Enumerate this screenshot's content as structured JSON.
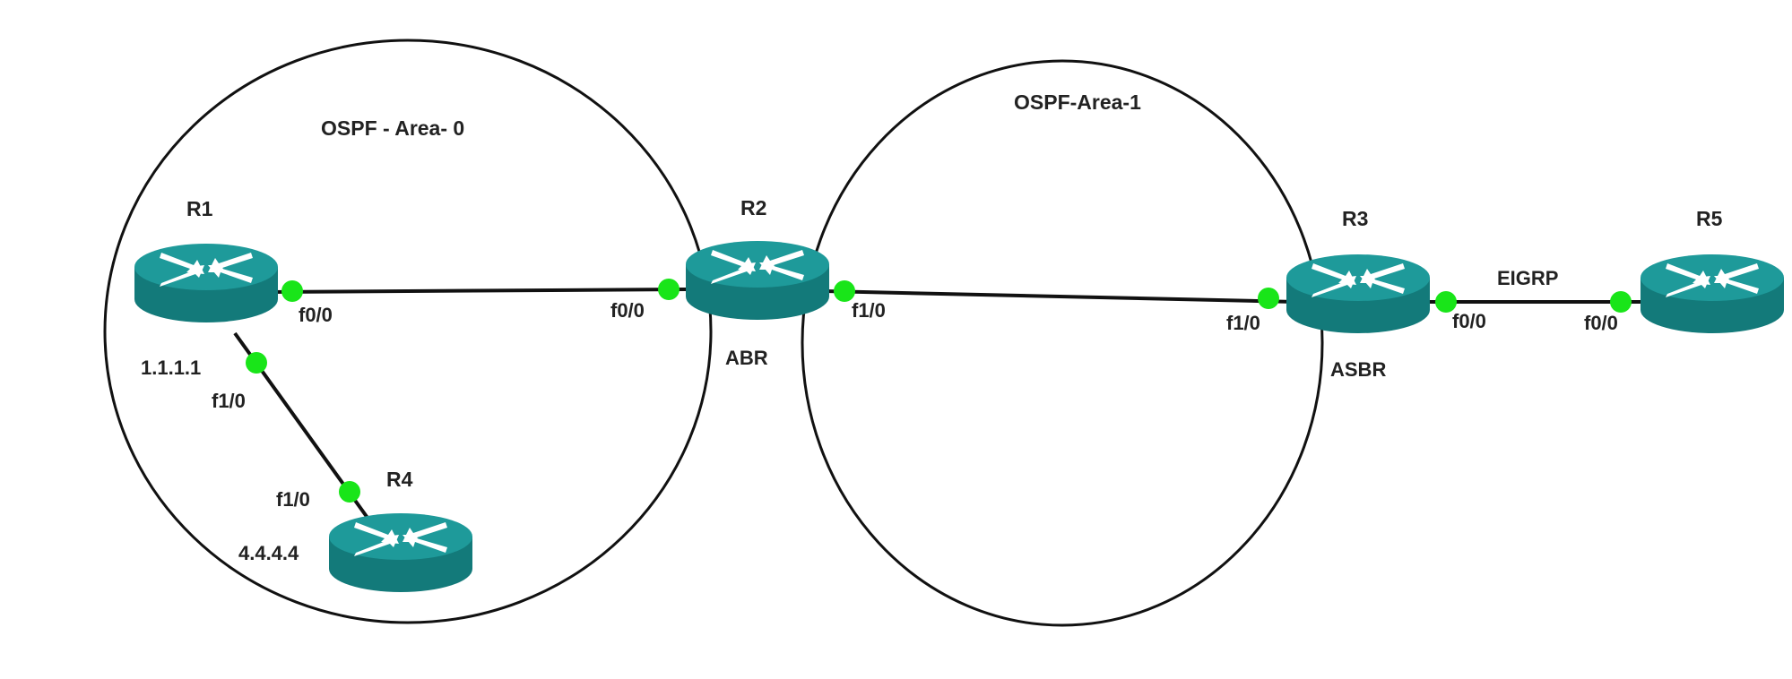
{
  "colors": {
    "router_top": "#1e9a9a",
    "router_side": "#137a7a",
    "router_arrow": "#ffffff",
    "interface_dot": "#19e519",
    "line": "#111111"
  },
  "areas": {
    "area0": {
      "label": "OSPF - Area- 0"
    },
    "area1": {
      "label": "OSPF-Area-1"
    }
  },
  "devices": {
    "r1": {
      "name": "R1",
      "ip": "1.1.1.1",
      "icon": "router-icon"
    },
    "r2": {
      "name": "R2",
      "role": "ABR",
      "icon": "router-icon"
    },
    "r3": {
      "name": "R3",
      "role": "ASBR",
      "icon": "router-icon"
    },
    "r4": {
      "name": "R4",
      "ip": "4.4.4.4",
      "icon": "router-icon"
    },
    "r5": {
      "name": "R5",
      "icon": "router-icon"
    }
  },
  "links": {
    "r1_r2": {
      "a_if": "f0/0",
      "b_if": "f0/0"
    },
    "r1_r4": {
      "a_if": "f1/0",
      "b_if": "f1/0"
    },
    "r2_r3": {
      "a_if": "f1/0",
      "b_if": "f1/0"
    },
    "r3_r5": {
      "a_if": "f0/0",
      "b_if": "f0/0",
      "protocol": "EIGRP"
    }
  }
}
